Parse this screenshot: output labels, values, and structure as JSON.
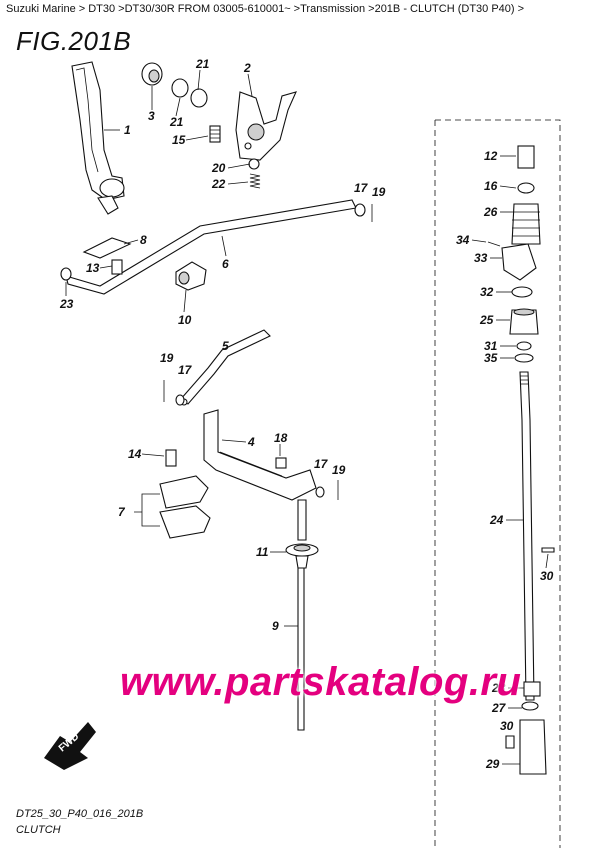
{
  "header": {
    "breadcrumb": "Suzuki Marine > DT30 >DT30/30R FROM 03005-610001~ >Transmission >201B - CLUTCH (DT30 P40) >",
    "fig_title": "FIG.201B"
  },
  "watermark": "www.partskatalog.ru",
  "fwd_label": "FWD",
  "footer": {
    "doc_code": "DT25_30_P40_016_201B",
    "caption": "CLUTCH"
  },
  "callouts": [
    "1",
    "2",
    "3",
    "21",
    "21",
    "15",
    "20",
    "22",
    "17",
    "19",
    "8",
    "13",
    "23",
    "6",
    "10",
    "5",
    "19",
    "17",
    "4",
    "18",
    "14",
    "17",
    "19",
    "7",
    "11",
    "9",
    "12",
    "16",
    "26",
    "34",
    "33",
    "32",
    "25",
    "31",
    "35",
    "24",
    "30",
    "28",
    "27",
    "30",
    "29"
  ]
}
